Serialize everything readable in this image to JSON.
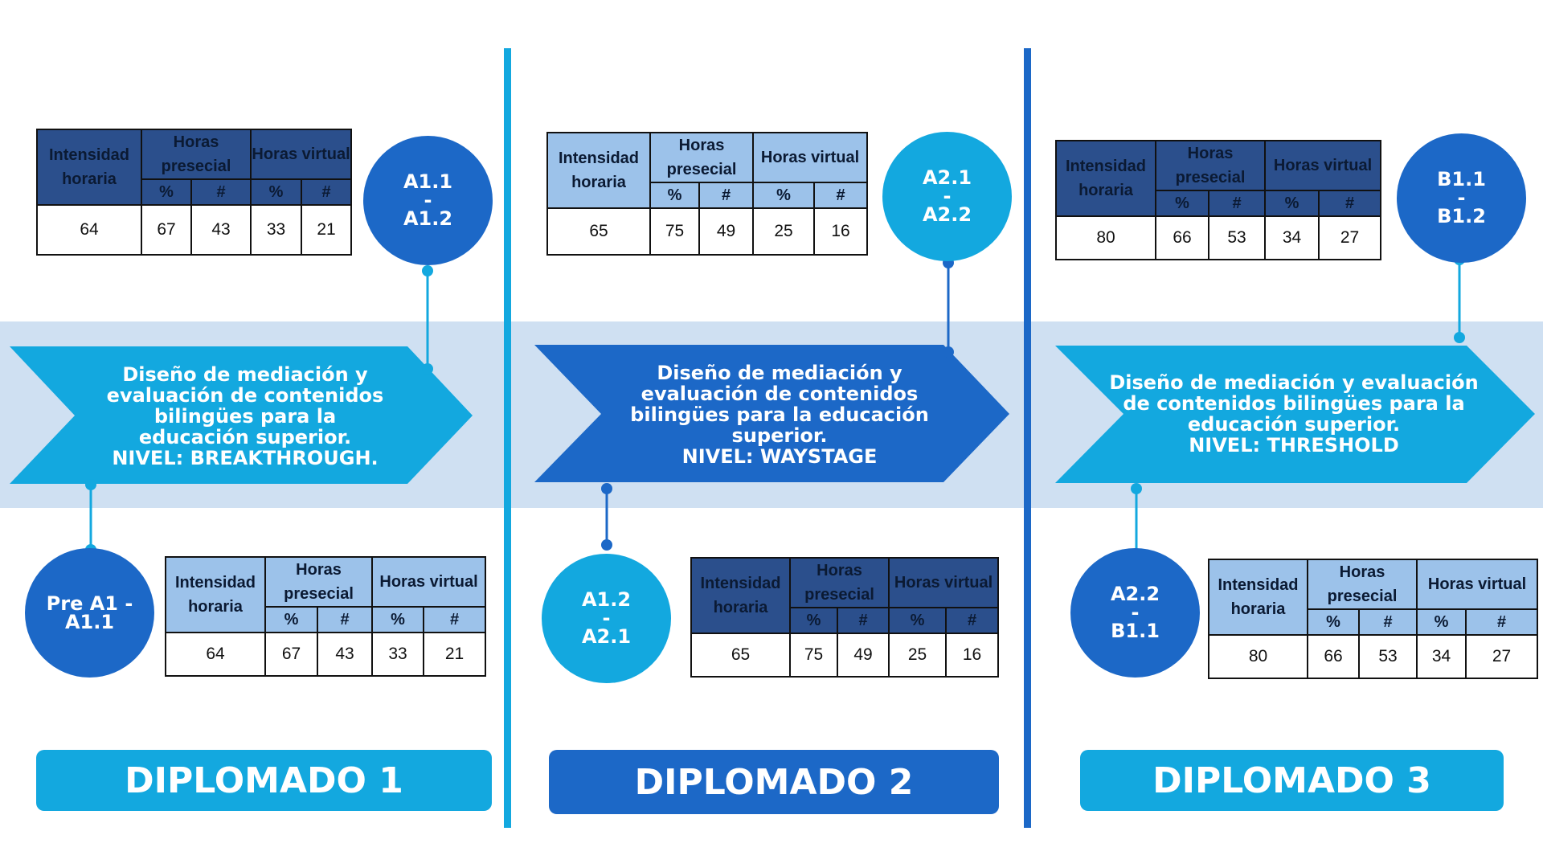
{
  "colors": {
    "light_blue": "#13a8df",
    "dark_blue": "#1c68c7",
    "band": "#cfe0f2",
    "table_header_dark": "#2b4f8c",
    "table_header_light": "#9cc2ea"
  },
  "table_headers": {
    "intensidad": "Intensidad horaria",
    "presencial": "Horas presecial",
    "virtual": "Horas virtual",
    "pct": "%",
    "num": "#"
  },
  "diplomados": [
    {
      "label": "DIPLOMADO 1",
      "arrow_text": "Diseño de mediación y evaluación de contenidos bilingües para la educación superior. NIVEL: BREAKTHROUGH.",
      "arrow_lines": [
        "Diseño de mediación y",
        "evaluación de contenidos",
        "bilingües para la",
        "educación superior.",
        "NIVEL: BREAKTHROUGH."
      ],
      "top_circle": [
        "A1.1",
        "-",
        "A1.2"
      ],
      "bottom_circle": [
        "Pre A1 -",
        "A1.1"
      ],
      "top_table": {
        "intensidad": "64",
        "pres_pct": "67",
        "pres_num": "43",
        "virt_pct": "33",
        "virt_num": "21"
      },
      "bottom_table": {
        "intensidad": "64",
        "pres_pct": "67",
        "pres_num": "43",
        "virt_pct": "33",
        "virt_num": "21"
      }
    },
    {
      "label": "DIPLOMADO 2",
      "arrow_text": "Diseño de mediación y evaluación de contenidos bilingües para la educación superior. NIVEL: WAYSTAGE",
      "arrow_lines": [
        "Diseño de mediación y",
        "evaluación de contenidos",
        "bilingües para la educación",
        "superior.",
        "NIVEL: WAYSTAGE"
      ],
      "top_circle": [
        "A2.1",
        "-",
        "A2.2"
      ],
      "bottom_circle": [
        "A1.2",
        "-",
        "A2.1"
      ],
      "top_table": {
        "intensidad": "65",
        "pres_pct": "75",
        "pres_num": "49",
        "virt_pct": "25",
        "virt_num": "16"
      },
      "bottom_table": {
        "intensidad": "65",
        "pres_pct": "75",
        "pres_num": "49",
        "virt_pct": "25",
        "virt_num": "16"
      }
    },
    {
      "label": "DIPLOMADO 3",
      "arrow_text": "Diseño de mediación y evaluación de contenidos bilingües para la educación superior. NIVEL: THRESHOLD",
      "arrow_lines": [
        "Diseño de mediación y evaluación",
        "de contenidos bilingües para la",
        "educación superior.",
        "NIVEL: THRESHOLD"
      ],
      "top_circle": [
        "B1.1",
        "-",
        "B1.2"
      ],
      "bottom_circle": [
        "A2.2",
        "-",
        "B1.1"
      ],
      "top_table": {
        "intensidad": "80",
        "pres_pct": "66",
        "pres_num": "53",
        "virt_pct": "34",
        "virt_num": "27"
      },
      "bottom_table": {
        "intensidad": "80",
        "pres_pct": "66",
        "pres_num": "53",
        "virt_pct": "34",
        "virt_num": "27"
      }
    }
  ]
}
